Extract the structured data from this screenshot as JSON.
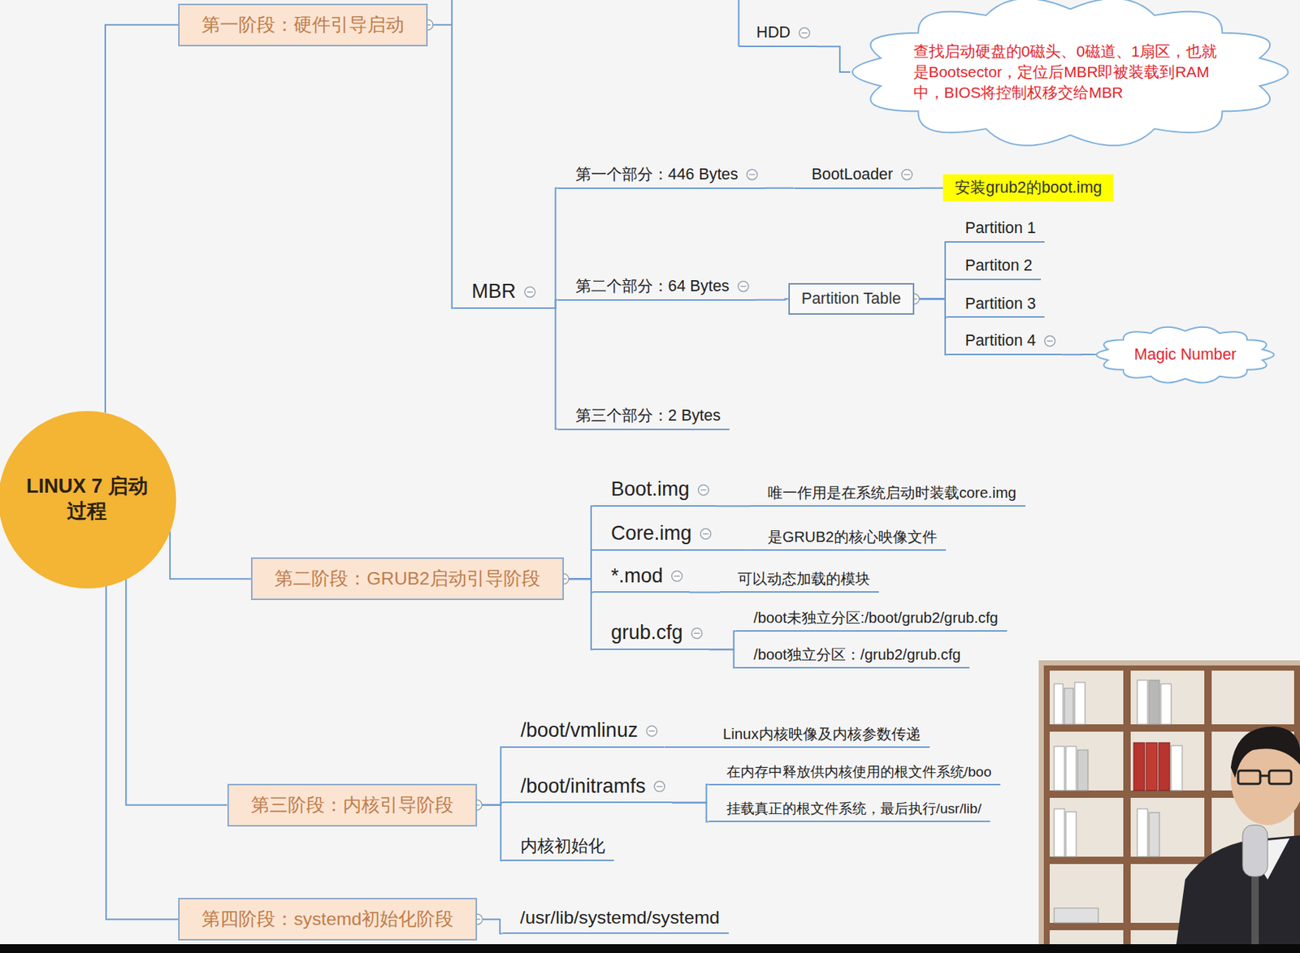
{
  "diagram": {
    "nodes": [
      {
        "text": [
          "LINUX 7 启动过程"
        ]
      },
      {
        "text": [
          "第一阶段：硬件引导启动"
        ]
      },
      {
        "text": [
          "HDD"
        ]
      },
      {
        "text": [
          "查找启动硬盘的0磁头、0磁道、1扇区，也就是Bootsector，定位后MBR即被装载到RAM中，BIOS将控制权移交给MBR"
        ]
      },
      {
        "text": [
          "MBR"
        ]
      },
      {
        "text": [
          "第一个部分：446 Bytes"
        ]
      },
      {
        "text": [
          "BootLoader"
        ]
      },
      {
        "text": [
          "安装grub2的boot.img"
        ]
      },
      {
        "text": [
          "第二个部分：64 Bytes"
        ]
      },
      {
        "text": [
          "Partition Table"
        ]
      },
      {
        "text": [
          "Partition 1"
        ]
      },
      {
        "text": [
          "Partiton 2"
        ]
      },
      {
        "text": [
          "Partition 3"
        ]
      },
      {
        "text": [
          "Partition 4"
        ]
      },
      {
        "text": [
          "Magic Number"
        ]
      },
      {
        "text": [
          "第三个部分：2 Bytes"
        ]
      },
      {
        "text": [
          "第二阶段：GRUB2启动引导阶段"
        ]
      },
      {
        "text": [
          "Boot.img"
        ]
      },
      {
        "text": [
          "唯一作用是在系统启动时装载core.img"
        ]
      },
      {
        "text": [
          "Core.img"
        ]
      },
      {
        "text": [
          "是GRUB2的核心映像文件"
        ]
      },
      {
        "text": [
          "*.mod"
        ]
      },
      {
        "text": [
          "可以动态加载的模块"
        ]
      },
      {
        "text": [
          "grub.cfg"
        ]
      },
      {
        "text": [
          "/boot未独立分区:/boot/grub2/grub.cfg"
        ]
      },
      {
        "text": [
          "/boot独立分区：/grub2/grub.cfg"
        ]
      },
      {
        "text": [
          "第三阶段：内核引导阶段"
        ]
      },
      {
        "text": [
          "/boot/vmlinuz"
        ]
      },
      {
        "text": [
          "Linux内核映像及内核参数传递"
        ]
      },
      {
        "text": [
          "/boot/initramfs"
        ]
      },
      {
        "text": [
          "在内存中释放供内核使用的根文件系统/boo"
        ]
      },
      {
        "text": [
          "挂载真正的根文件系统，最后执行/usr/lib/"
        ]
      },
      {
        "text": [
          "内核初始化"
        ]
      },
      {
        "text": [
          "第四阶段：systemd初始化阶段"
        ]
      },
      {
        "text": [
          "/usr/lib/systemd/systemd"
        ]
      }
    ],
    "edges": [
      {
        "from": 0,
        "to": 1,
        "arrow": "none"
      },
      {
        "from": 0,
        "to": 16,
        "arrow": "none"
      },
      {
        "from": 0,
        "to": 26,
        "arrow": "none"
      },
      {
        "from": 0,
        "to": 33,
        "arrow": "none"
      },
      {
        "from": 2,
        "to": 3,
        "arrow": "none"
      },
      {
        "from": 1,
        "to": 4,
        "arrow": "none"
      },
      {
        "from": 4,
        "to": 5,
        "arrow": "none"
      },
      {
        "from": 4,
        "to": 8,
        "arrow": "none"
      },
      {
        "from": 4,
        "to": 15,
        "arrow": "none"
      },
      {
        "from": 5,
        "to": 6,
        "arrow": "none"
      },
      {
        "from": 6,
        "to": 7,
        "arrow": "none"
      },
      {
        "from": 8,
        "to": 9,
        "arrow": "none"
      },
      {
        "from": 9,
        "to": 10,
        "arrow": "none"
      },
      {
        "from": 9,
        "to": 11,
        "arrow": "none"
      },
      {
        "from": 9,
        "to": 12,
        "arrow": "none"
      },
      {
        "from": 9,
        "to": 13,
        "arrow": "none"
      },
      {
        "from": 13,
        "to": 14,
        "arrow": "none"
      },
      {
        "from": 16,
        "to": 17,
        "arrow": "none"
      },
      {
        "from": 16,
        "to": 19,
        "arrow": "none"
      },
      {
        "from": 16,
        "to": 21,
        "arrow": "none"
      },
      {
        "from": 16,
        "to": 23,
        "arrow": "none"
      },
      {
        "from": 17,
        "to": 18,
        "arrow": "none"
      },
      {
        "from": 19,
        "to": 20,
        "arrow": "none"
      },
      {
        "from": 21,
        "to": 22,
        "arrow": "none"
      },
      {
        "from": 23,
        "to": 24,
        "arrow": "none"
      },
      {
        "from": 23,
        "to": 25,
        "arrow": "none"
      },
      {
        "from": 26,
        "to": 27,
        "arrow": "none"
      },
      {
        "from": 26,
        "to": 29,
        "arrow": "none"
      },
      {
        "from": 26,
        "to": 32,
        "arrow": "none"
      },
      {
        "from": 27,
        "to": 28,
        "arrow": "none"
      },
      {
        "from": 29,
        "to": 30,
        "arrow": "none"
      },
      {
        "from": 29,
        "to": 31,
        "arrow": "none"
      },
      {
        "from": 33,
        "to": 34,
        "arrow": "none"
      }
    ]
  }
}
